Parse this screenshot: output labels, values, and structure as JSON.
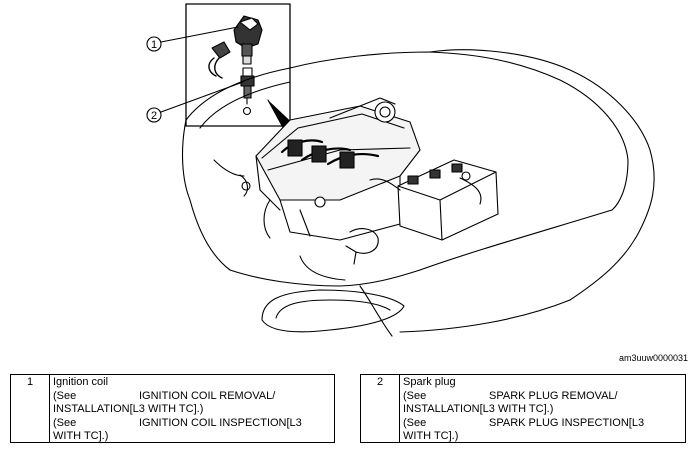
{
  "callouts": [
    "1",
    "2"
  ],
  "image_code": "am3uuw0000031",
  "legend": [
    {
      "number": "1",
      "name": "Ignition coil",
      "see1_prefix": "(See",
      "see1_ref_line1": "IGNITION COIL REMOVAL/",
      "see1_ref_line2": "INSTALLATION[L3 WITH TC].)",
      "see2_prefix": "(See",
      "see2_ref_line1": "IGNITION COIL INSPECTION[L3",
      "see2_ref_line2": "WITH TC].)"
    },
    {
      "number": "2",
      "name": "Spark plug",
      "see1_prefix": "(See",
      "see1_ref_line1": "SPARK PLUG REMOVAL/",
      "see1_ref_line2": "INSTALLATION[L3 WITH TC].)",
      "see2_prefix": "(See",
      "see2_ref_line1": "SPARK PLUG INSPECTION[L3",
      "see2_ref_line2": "WITH TC].)"
    }
  ]
}
